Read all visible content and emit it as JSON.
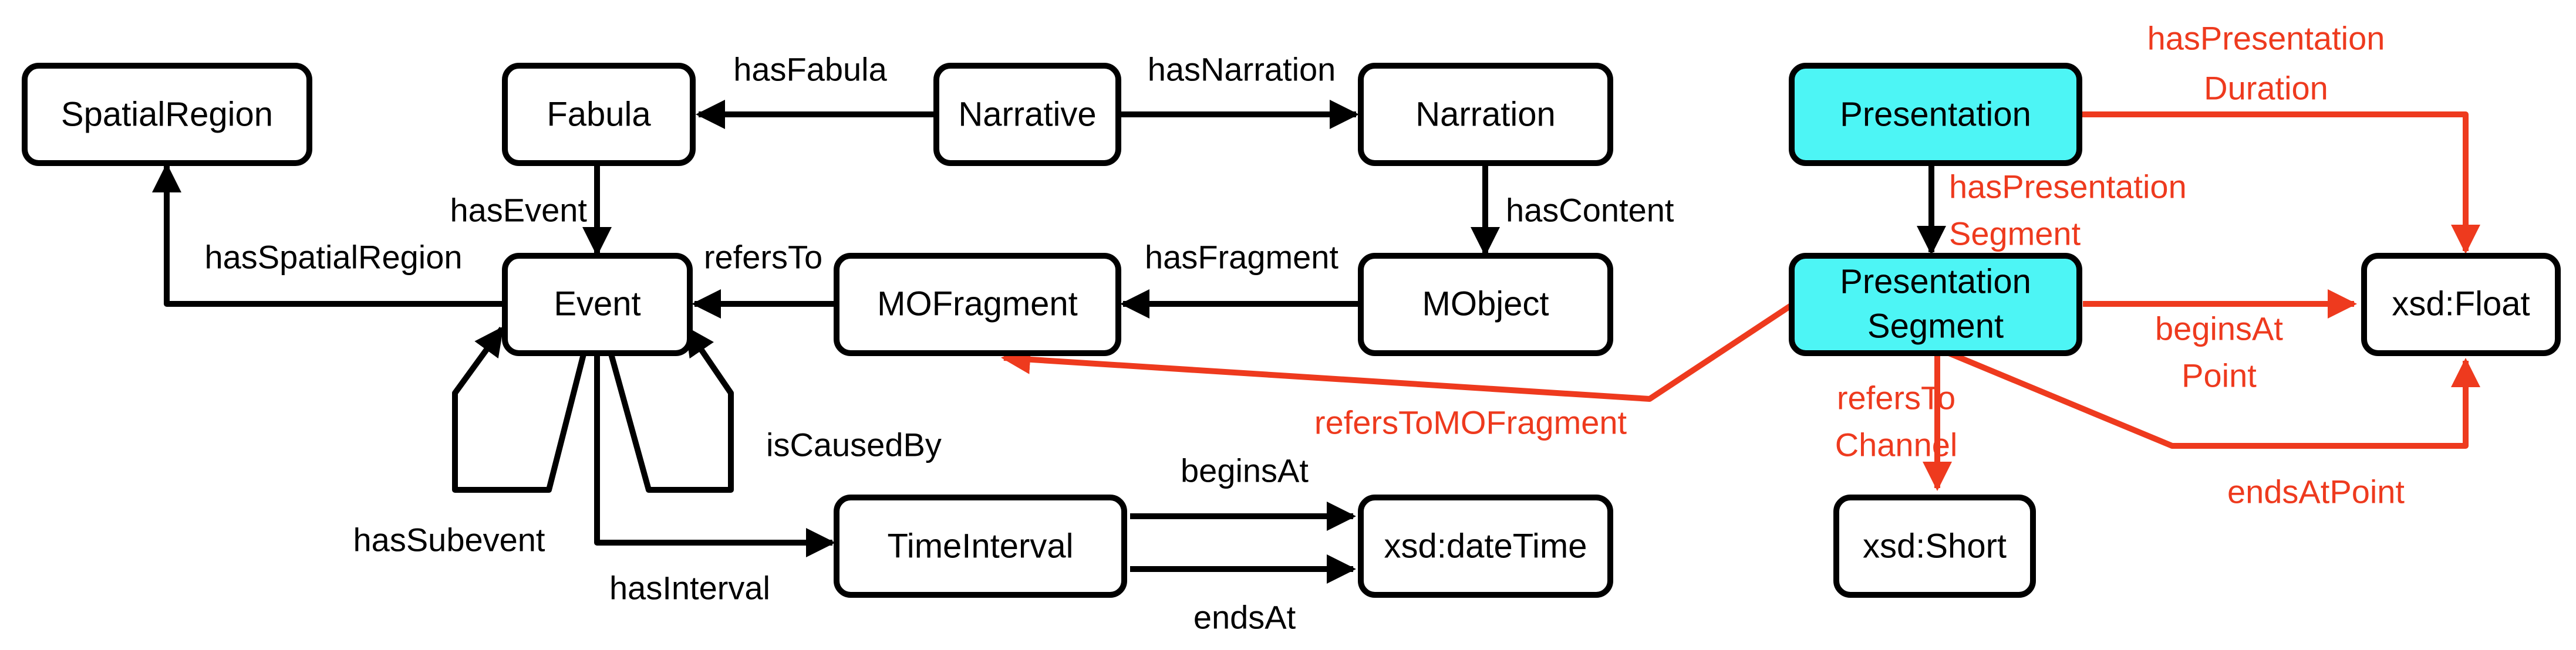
{
  "colors": {
    "black": "#000000",
    "red": "#ee3a1e",
    "cyan": "#4df5f5",
    "white": "#ffffff"
  },
  "nodes": {
    "spatialregion": "SpatialRegion",
    "fabula": "Fabula",
    "narrative": "Narrative",
    "narration": "Narration",
    "event": "Event",
    "mofragment": "MOFragment",
    "mobject": "MObject",
    "timeinterval": "TimeInterval",
    "datetime": "xsd:dateTime",
    "presentation": "Presentation",
    "presentationsegment": [
      "Presentation",
      "Segment"
    ],
    "float": "xsd:Float",
    "short": "xsd:Short"
  },
  "edges": {
    "hasFabula": "hasFabula",
    "hasNarration": "hasNarration",
    "hasEvent": "hasEvent",
    "hasSpatialRegion": "hasSpatialRegion",
    "refersTo": "refersTo",
    "hasFragment": "hasFragment",
    "hasContent": "hasContent",
    "isCausedBy": "isCausedBy",
    "hasSubevent": "hasSubevent",
    "hasInterval": "hasInterval",
    "beginsAt": "beginsAt",
    "endsAt": "endsAt",
    "hasPresentationDuration": [
      "hasPresentation",
      "Duration"
    ],
    "hasPresentationSegment": [
      "hasPresentation",
      "Segment"
    ],
    "beginsAtPoint": [
      "beginsAt",
      "Point"
    ],
    "refersToChannel": [
      "refersTo",
      "Channel"
    ],
    "endsAtPoint": "endsAtPoint",
    "refersToMOFragment": "refersToMOFragment"
  }
}
